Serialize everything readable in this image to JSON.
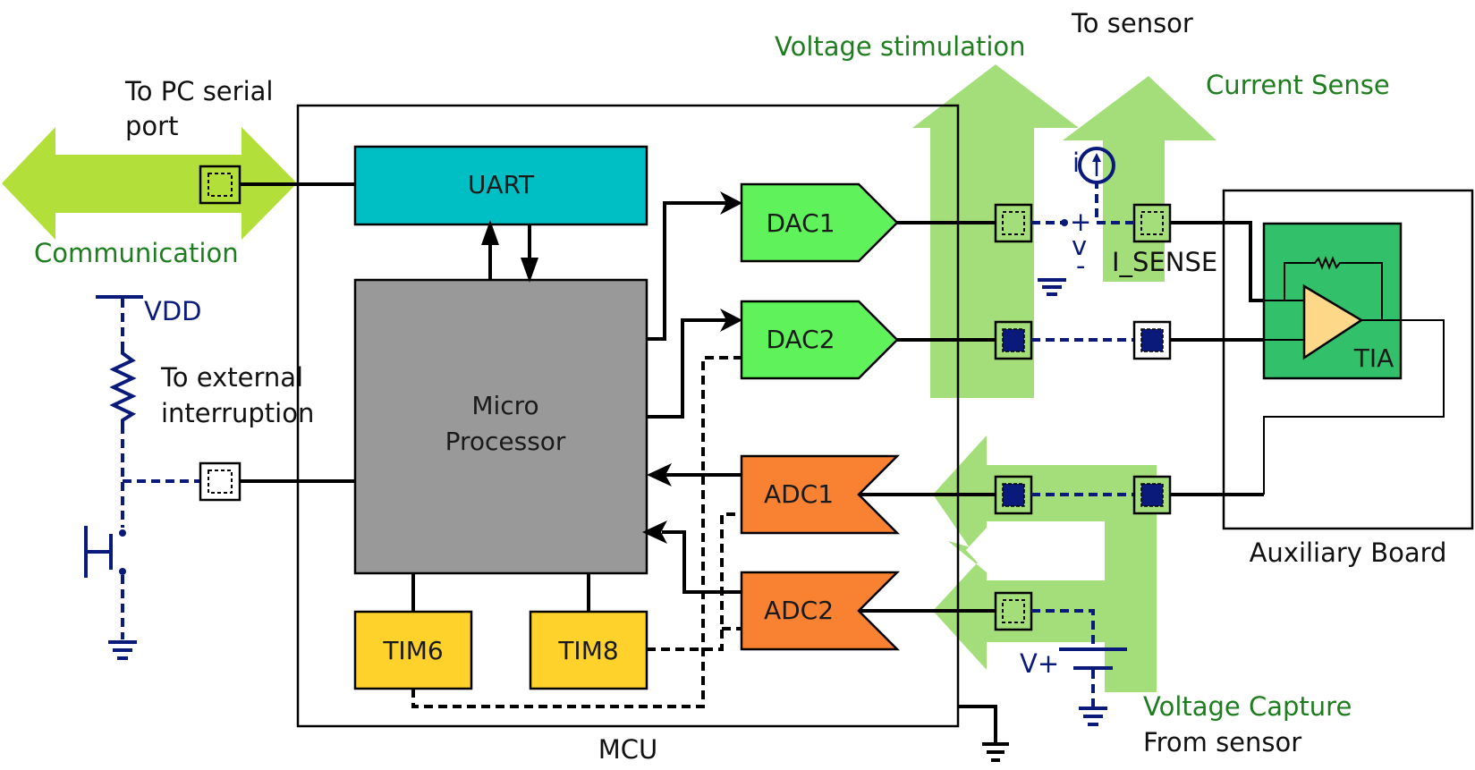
{
  "diagram": {
    "title_mcu": "MCU",
    "title_aux": "Auxiliary Board",
    "colors": {
      "uart": "#00bfc4",
      "processor": "#999999",
      "dac": "#5ff25a",
      "adc": "#f98232",
      "timer": "#fed22a",
      "tia_bg": "#33c06a",
      "opamp": "#fdd888",
      "flow_arrow": "#a3de7a",
      "comm_arrow": "#b3df3a",
      "label_green": "#1e7d1e",
      "schematic_navy": "#0a1a7a"
    },
    "blocks": {
      "uart": "UART",
      "processor_line1": "Micro",
      "processor_line2": "Processor",
      "dac1": "DAC1",
      "dac2": "DAC2",
      "adc1": "ADC1",
      "adc2": "ADC2",
      "tim6": "TIM6",
      "tim8": "TIM8",
      "tia": "TIA"
    },
    "labels": {
      "to_pc_line1": "To PC serial",
      "to_pc_line2": "port",
      "communication": "Communication",
      "vdd": "VDD",
      "ext_int_line1": "To external",
      "ext_int_line2": "interruption",
      "voltage_stimulation": "Voltage stimulation",
      "to_sensor": "To sensor",
      "current_sense": "Current Sense",
      "i_sense": "I_SENSE",
      "current_symbol": "i",
      "v_plus": "+",
      "v_letter": "v",
      "v_minus": "-",
      "battery_vplus": "V+",
      "voltage_capture": "Voltage Capture",
      "from_sensor": "From sensor"
    }
  }
}
